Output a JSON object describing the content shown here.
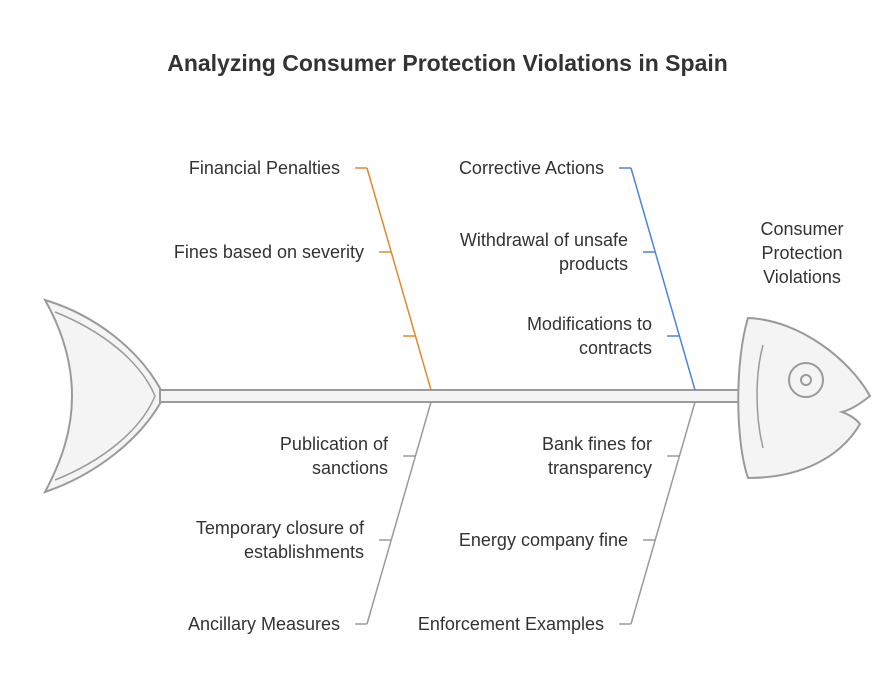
{
  "title": "Analyzing Consumer Protection Violations in Spain",
  "head": {
    "label": "Consumer Protection Violations"
  },
  "colors": {
    "outline": "#9a9a9a",
    "fill": "#f4f4f4",
    "financial": "#e08a2e",
    "corrective": "#4a86d8",
    "neutral": "#9a9a9a"
  },
  "branches": {
    "financial": {
      "category": "Financial Penalties",
      "items": [
        "Fines based on severity",
        ""
      ]
    },
    "corrective": {
      "category": "Corrective Actions",
      "items": [
        "Withdrawal of unsafe products",
        "Modifications to contracts"
      ]
    },
    "ancillary": {
      "category": "Ancillary Measures",
      "items": [
        "Publication of sanctions",
        "Temporary closure of establishments"
      ]
    },
    "enforcement": {
      "category": "Enforcement Examples",
      "items": [
        "Bank fines for transparency",
        "Energy company fine"
      ]
    }
  }
}
